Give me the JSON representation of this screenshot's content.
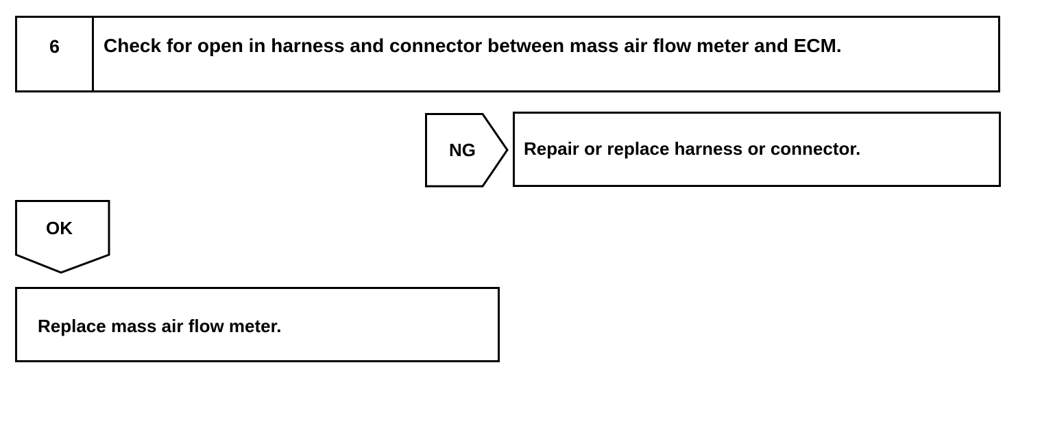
{
  "step": {
    "number": "6",
    "title": "Check for open in harness and connector between mass air flow meter and ECM."
  },
  "ng_branch": {
    "label": "NG",
    "action": "Repair or replace harness or connector."
  },
  "ok_branch": {
    "label": "OK",
    "action": "Replace mass air flow meter."
  }
}
